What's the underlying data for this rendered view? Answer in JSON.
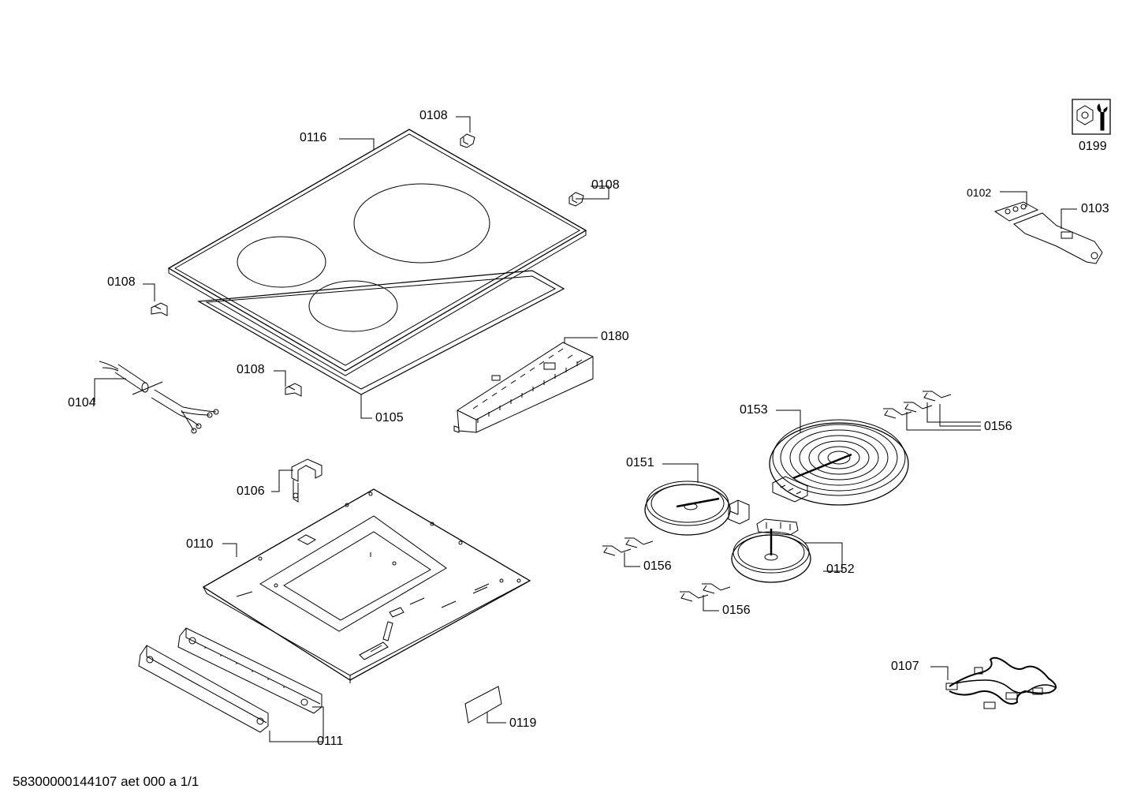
{
  "labels": {
    "p0116": "0116",
    "p0108_a": "0108",
    "p0108_b": "0108",
    "p0108_c": "0108",
    "p0108_d": "0108",
    "p0199": "0199",
    "p0102": "0102",
    "p0103": "0103",
    "p0180": "0180",
    "p0104": "0104",
    "p0105": "0105",
    "p0153": "0153",
    "p0156_a": "0156",
    "p0156_b": "0156",
    "p0156_c": "0156",
    "p0151": "0151",
    "p0152": "0152",
    "p0106": "0106",
    "p0110": "0110",
    "p0111": "0111",
    "p0119": "0119",
    "p0107": "0107"
  },
  "footer": "58300000144107 aet 000 a 1/1",
  "colors": {
    "line": "#000000",
    "background": "#ffffff"
  }
}
